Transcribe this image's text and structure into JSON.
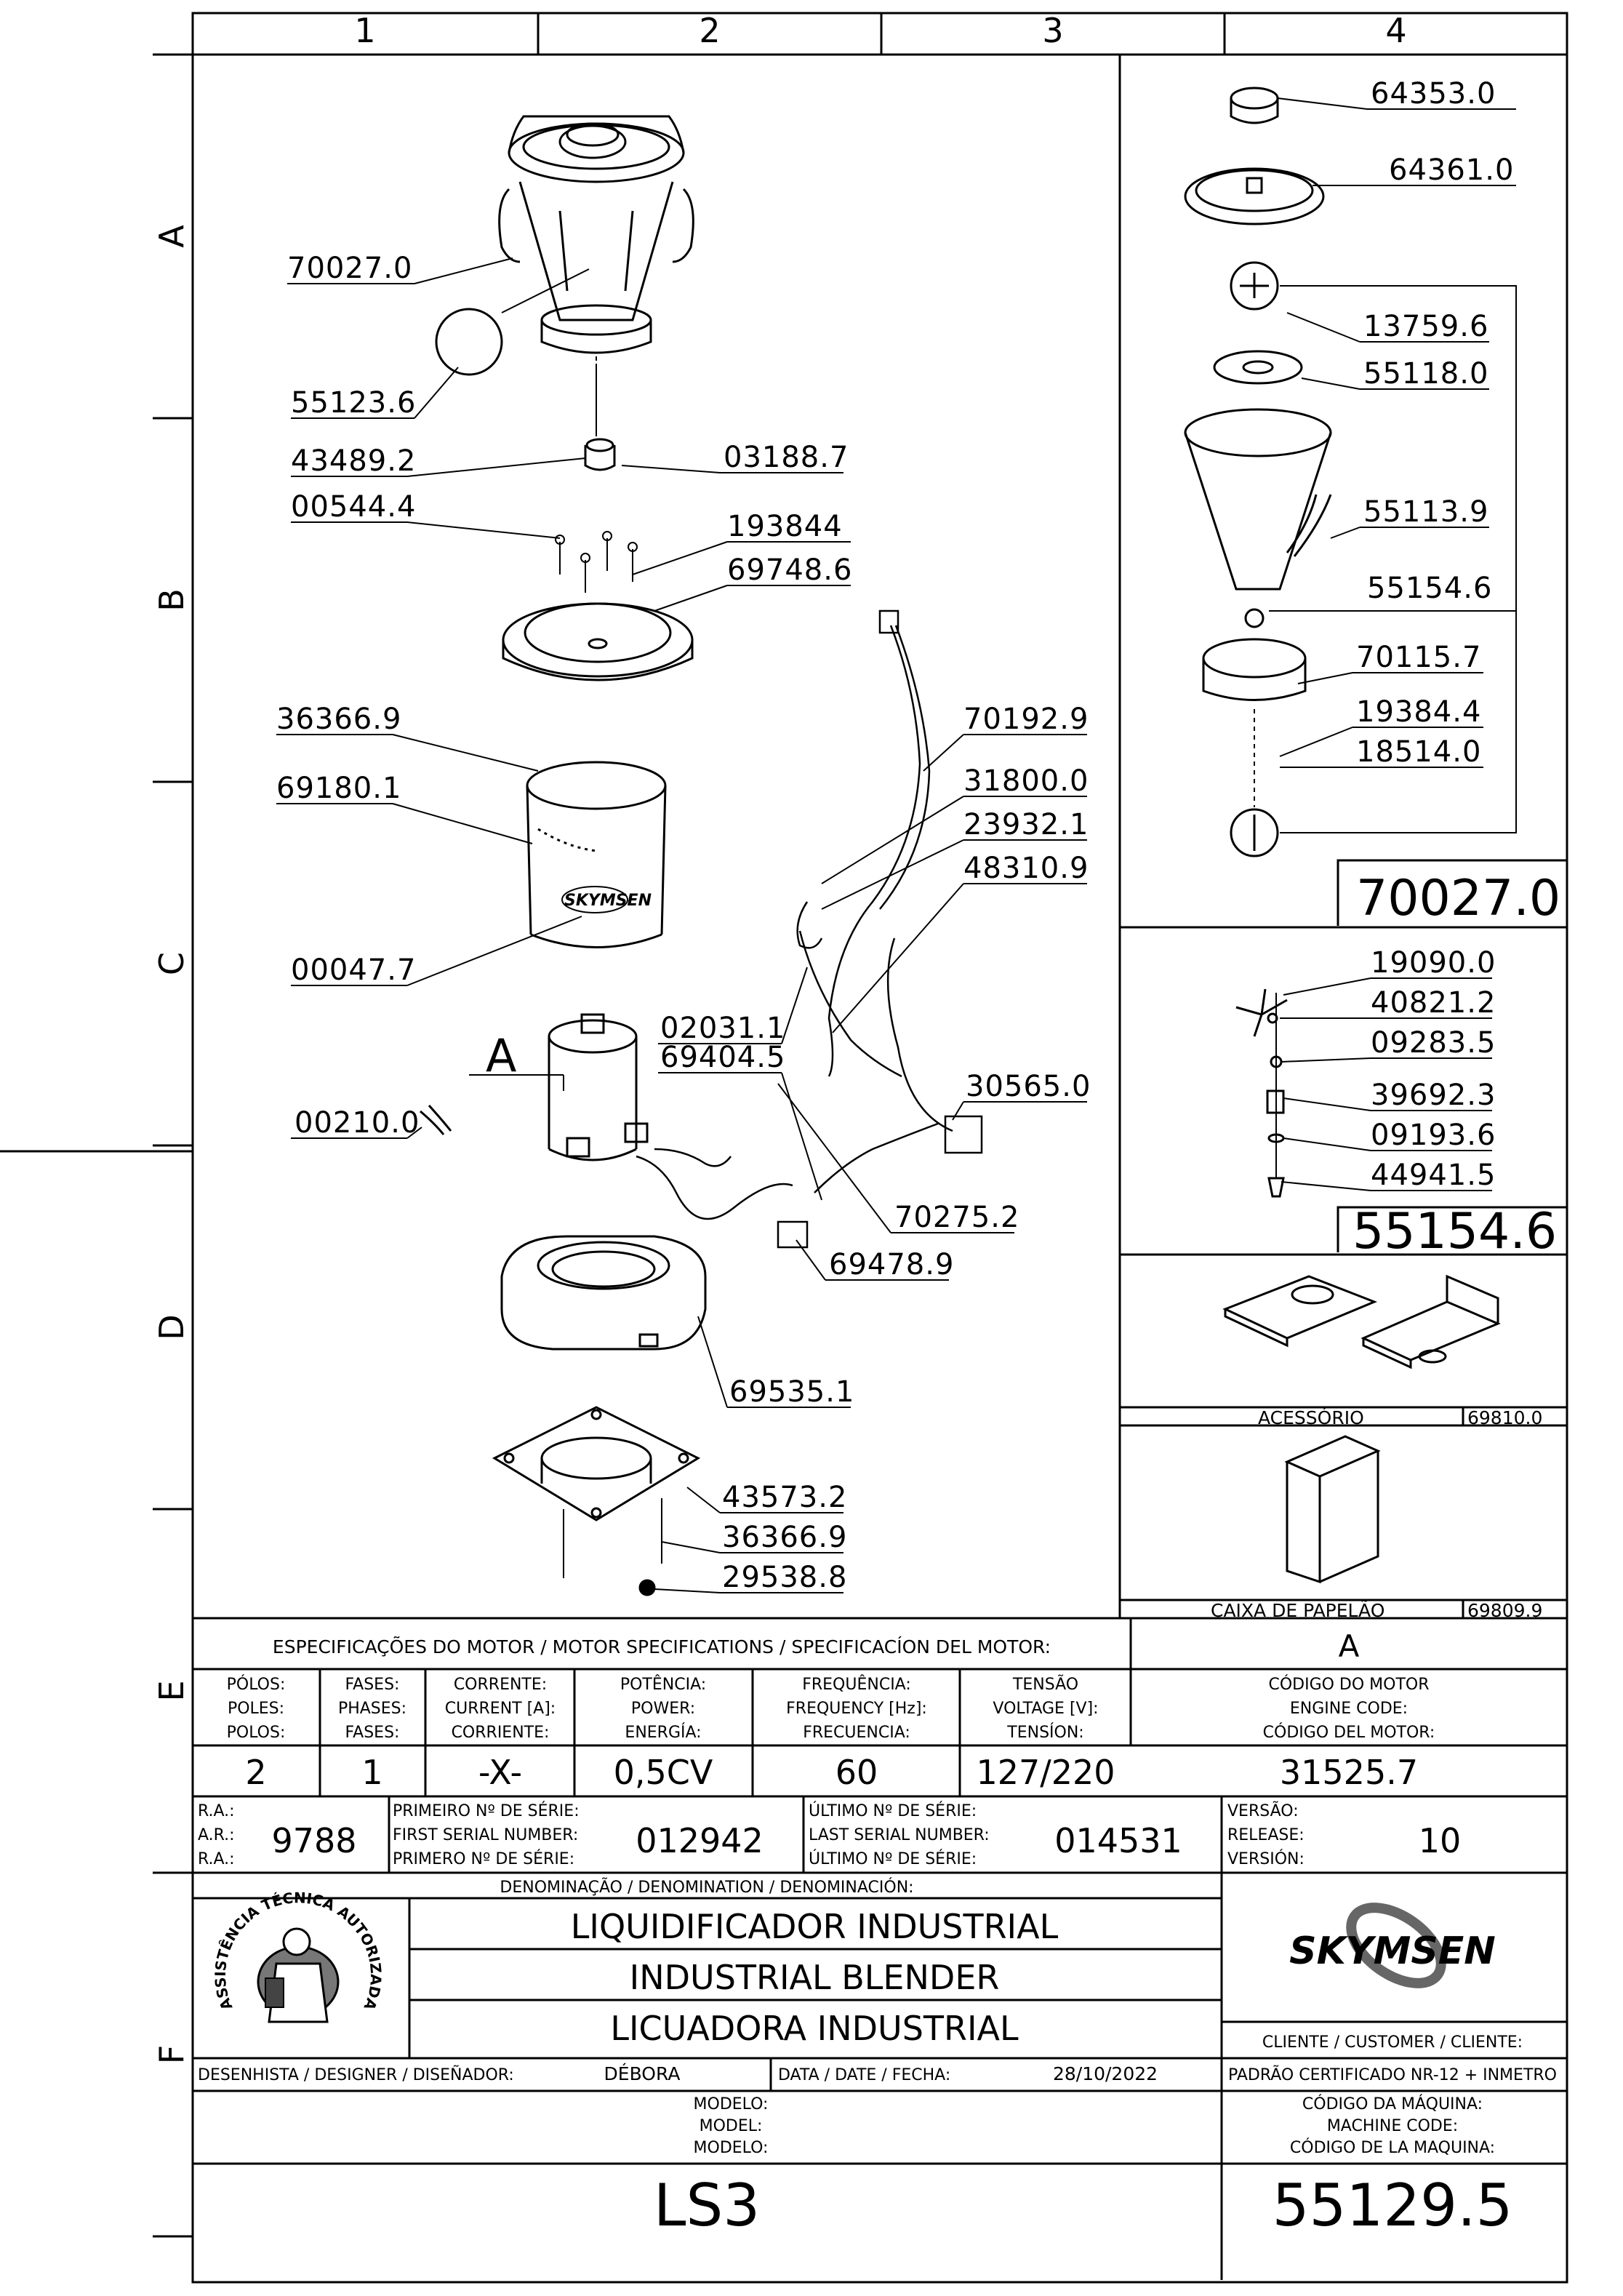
{
  "grid": {
    "columns": [
      "1",
      "2",
      "3",
      "4"
    ],
    "rows": [
      "A",
      "B",
      "C",
      "D",
      "E",
      "F"
    ]
  },
  "parts_main": [
    {
      "code": "70027.0"
    },
    {
      "code": "55123.6"
    },
    {
      "code": "43489.2"
    },
    {
      "code": "03188.7"
    },
    {
      "code": "00544.4"
    },
    {
      "code": "193844"
    },
    {
      "code": "69748.6"
    },
    {
      "code": "36366.9"
    },
    {
      "code": "69180.1"
    },
    {
      "code": "00047.7"
    },
    {
      "code": "00210.0"
    },
    {
      "code": "70192.9"
    },
    {
      "code": "31800.0"
    },
    {
      "code": "23932.1"
    },
    {
      "code": "48310.9"
    },
    {
      "code": "02031.1"
    },
    {
      "code": "69404.5"
    },
    {
      "code": "30565.0"
    },
    {
      "code": "70275.2"
    },
    {
      "code": "69478.9"
    },
    {
      "code": "69535.1"
    },
    {
      "code": "43573.2"
    },
    {
      "code": "36366.9"
    },
    {
      "code": "29538.8"
    }
  ],
  "motor_marker": "A",
  "cup_detail": {
    "parts": [
      "64353.0",
      "64361.0",
      "13759.6",
      "55118.0",
      "55113.9",
      "55154.6",
      "70115.7",
      "19384.4",
      "18514.0"
    ],
    "assembly_code": "70027.0"
  },
  "blade_detail": {
    "parts": [
      "19090.0",
      "40821.2",
      "09283.5",
      "39692.3",
      "09193.6",
      "44941.5"
    ],
    "assembly_code": "55154.6"
  },
  "accessory": {
    "label": "ACESSÓRIO",
    "code": "69810.0"
  },
  "box": {
    "label": "CAIXA DE PAPELÃO",
    "code": "69809.9"
  },
  "motor_specs": {
    "title": "ESPECIFICAÇÕES DO MOTOR / MOTOR SPECIFICATIONS / SPECIFICACÍON DEL MOTOR:",
    "engine_marker": "A",
    "headers": [
      [
        "PÓLOS:",
        "POLES:",
        "POLOS:"
      ],
      [
        "FASES:",
        "PHASES:",
        "FASES:"
      ],
      [
        "CORRENTE:",
        "CURRENT [A]:",
        "CORRIENTE:"
      ],
      [
        "POTÊNCIA:",
        "POWER:",
        "ENERGÍA:"
      ],
      [
        "FREQUÊNCIA:",
        "FREQUENCY [Hz]:",
        "FRECUENCIA:"
      ],
      [
        "TENSÃO",
        "VOLTAGE [V]:",
        "TENSÍON:"
      ],
      [
        "CÓDIGO DO MOTOR",
        "ENGINE CODE:",
        "CÓDIGO DEL MOTOR:"
      ]
    ],
    "values": [
      "2",
      "1",
      "-X-",
      "0,5CV",
      "60",
      "127/220",
      "31525.7"
    ]
  },
  "serials": {
    "ra_labels": [
      "R.A.:",
      "A.R.:",
      "R.A.:"
    ],
    "ra_value": "9788",
    "first_labels": [
      "PRIMEIRO Nº DE SÉRIE:",
      "FIRST SERIAL NUMBER:",
      "PRIMERO Nº DE SÉRIE:"
    ],
    "first_value": "012942",
    "last_labels": [
      "ÚLTIMO Nº DE SÉRIE:",
      "LAST SERIAL NUMBER:",
      "ÚLTIMO Nº DE SÉRIE:"
    ],
    "last_value": "014531",
    "version_labels": [
      "VERSÃO:",
      "RELEASE:",
      "VERSIÓN:"
    ],
    "version_value": "10"
  },
  "denomination": {
    "title": "DENOMINAÇÃO / DENOMINATION / DENOMINACIÓN:",
    "lines": [
      "LIQUIDIFICADOR INDUSTRIAL",
      "INDUSTRIAL BLENDER",
      "LICUADORA INDUSTRIAL"
    ],
    "seal_text": "ASSISTÊNCIA TÉCNICA AUTORIZADA"
  },
  "brand": {
    "name": "SKYMSEN"
  },
  "customer_label": "CLIENTE / CUSTOMER / CLIENTE:",
  "designer": {
    "label": "DESENHISTA / DESIGNER / DISEÑADOR:",
    "value": "DÉBORA"
  },
  "date": {
    "label": "DATA / DATE / FECHA:",
    "value": "28/10/2022"
  },
  "certification": "PADRÃO CERTIFICADO NR-12 + INMETRO",
  "model": {
    "labels": [
      "MODELO:",
      "MODEL:",
      "MODELO:"
    ],
    "value": "LS3"
  },
  "machine_code": {
    "labels": [
      "CÓDIGO DA MÁQUINA:",
      "MACHINE CODE:",
      "CÓDIGO DE LA MAQUINA:"
    ],
    "value": "55129.5"
  }
}
